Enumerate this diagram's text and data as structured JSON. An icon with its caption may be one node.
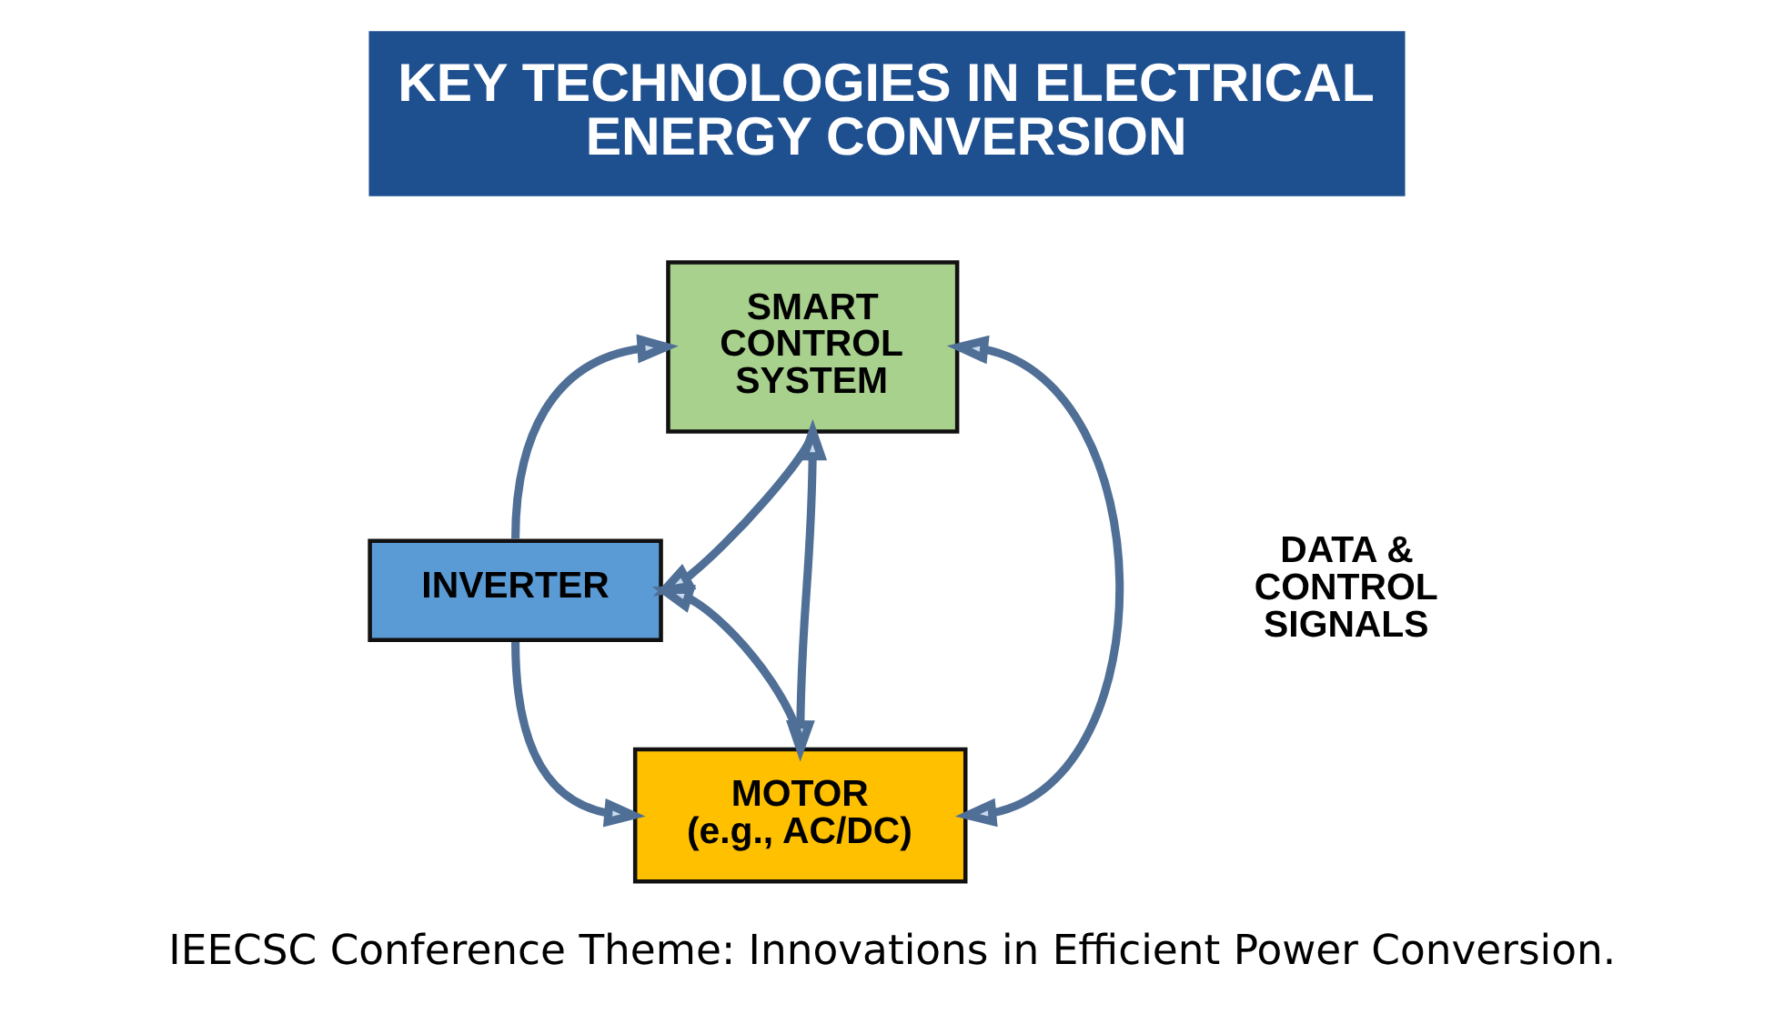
{
  "diagram": {
    "title": "KEY TECHNOLOGIES IN ELECTRICAL ENERGY CONVERSION",
    "caption": "IEECSC Conference Theme: Innovations in Efficient Power Conversion.",
    "nodes": [
      {
        "text": [
          "INVERTER"
        ]
      },
      {
        "text": [
          "SMART CONTROL SYSTEM"
        ]
      },
      {
        "text": [
          "MOTOR",
          "(e.g., AC/DC)"
        ]
      }
    ],
    "edges": [
      {
        "from": 0,
        "to": 1,
        "arrow": "to"
      },
      {
        "from": 0,
        "to": 2,
        "arrow": "to"
      },
      {
        "from": 1,
        "to": 2,
        "arrow": "both"
      },
      {
        "from": 1,
        "to": 0,
        "arrow": "to"
      },
      {
        "from": 2,
        "to": 0,
        "arrow": "to"
      },
      {
        "from": 1,
        "to": 2,
        "arrow": "both"
      }
    ],
    "labels": [
      "DATA & CONTROL SIGNALS"
    ]
  }
}
